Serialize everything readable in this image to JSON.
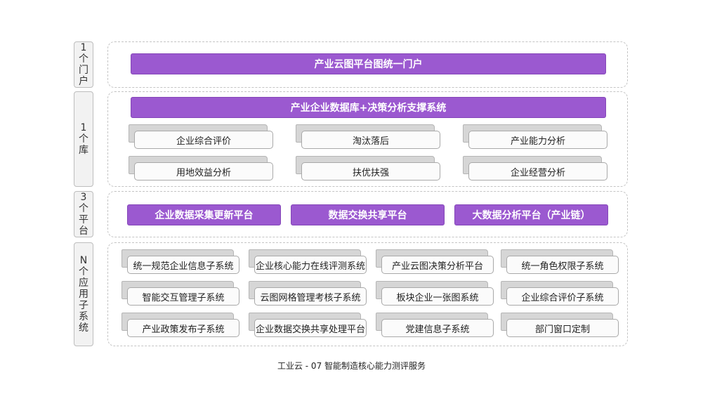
{
  "side_labels": [
    "1个门户",
    "1个库",
    "3个平台",
    "N个应用子系统"
  ],
  "portal": {
    "bar": "产业云图平台图统一门户"
  },
  "library": {
    "bar": "产业企业数据库+决策分析支撑系统",
    "items": [
      "企业综合评价",
      "淘汰落后",
      "产业能力分析",
      "用地效益分析",
      "扶优扶强",
      "企业经营分析"
    ]
  },
  "platforms": [
    "企业数据采集更新平台",
    "数据交换共享平台",
    "大数据分析平台（产业链）"
  ],
  "apps": [
    "统一规范企业信息子系统",
    "企业核心能力在线评测系统",
    "产业云图决策分析平台",
    "统一角色权限子系统",
    "智能交互管理子系统",
    "云图网格管理考核子系统",
    "板块企业一张图系统",
    "企业综合评价子系统",
    "产业政策发布子系统",
    "企业数据交换共享处理平台",
    "党建信息子系统",
    "部门窗口定制"
  ],
  "footer": "工业云 - 07 智能制造核心能力测评服务",
  "colors": {
    "accent": "#9b59d0",
    "box_back": "#d6d6d6",
    "box_front": "#fbfbfb"
  }
}
